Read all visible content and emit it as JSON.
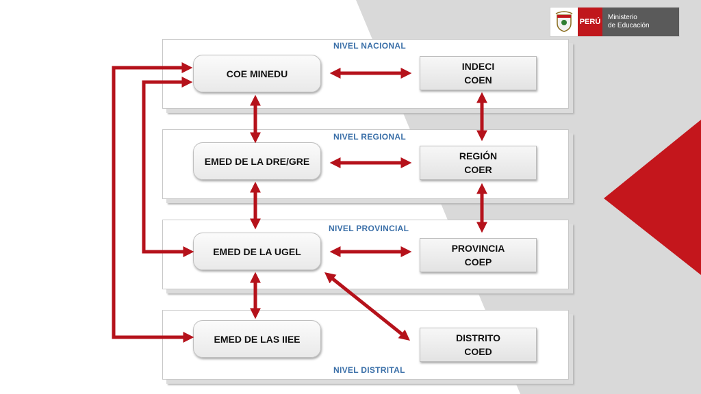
{
  "header": {
    "country": "PERÚ",
    "ministry_line1": "Ministerio",
    "ministry_line2": "de Educación"
  },
  "levels": {
    "nacional": "NIVEL NACIONAL",
    "regional": "NIVEL REGIONAL",
    "provincial": "NIVEL PROVINCIAL",
    "distrital": "NIVEL DISTRITAL"
  },
  "nodes": {
    "coe_minedu": "COE MINEDU",
    "emed_dre": "EMED DE LA DRE/GRE",
    "emed_ugel": "EMED DE LA UGEL",
    "emed_iiee": "EMED DE LAS IIEE",
    "indeci": [
      "INDECI",
      "COEN"
    ],
    "region": [
      "REGIÓN",
      "COER"
    ],
    "provincia": [
      "PROVINCIA",
      "COEP"
    ],
    "distrito": [
      "DISTRITO",
      "COED"
    ]
  },
  "colors": {
    "arrow": "#b5121b",
    "label": "#3a6fa8",
    "brand_red": "#c0171c"
  }
}
